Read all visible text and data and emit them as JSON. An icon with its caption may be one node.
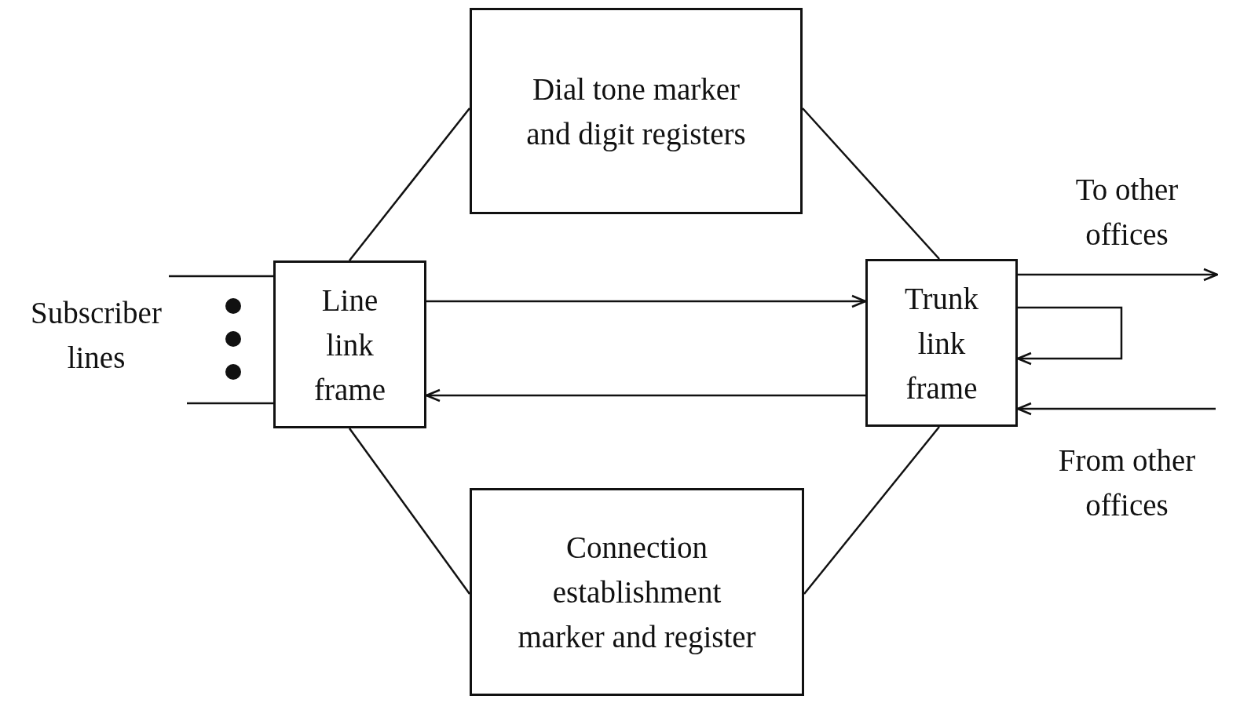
{
  "diagram": {
    "nodes": [
      {
        "text": [
          "Dial tone marker and digit registers"
        ]
      },
      {
        "text": [
          "Line link frame"
        ]
      },
      {
        "text": [
          "Trunk link frame"
        ]
      },
      {
        "text": [
          "Connection establishment marker and register"
        ]
      }
    ],
    "edges": [
      {
        "from": 0,
        "to": 1,
        "arrow": "none"
      },
      {
        "from": 0,
        "to": 2,
        "arrow": "none"
      },
      {
        "from": 1,
        "to": 2,
        "arrow": "to"
      },
      {
        "from": 2,
        "to": 1,
        "arrow": "to"
      },
      {
        "from": 1,
        "to": 3,
        "arrow": "none"
      },
      {
        "from": 2,
        "to": 3,
        "arrow": "none"
      },
      {
        "from": null,
        "to": 1,
        "arrow": "none"
      },
      {
        "from": null,
        "to": 1,
        "arrow": "none"
      },
      {
        "from": 2,
        "to": null,
        "arrow": "to"
      },
      {
        "from": 2,
        "to": 2,
        "arrow": "to"
      },
      {
        "from": null,
        "to": 2,
        "arrow": "to"
      }
    ],
    "labels": [
      "Subscriber lines",
      "To other offices",
      "From other offices"
    ]
  }
}
